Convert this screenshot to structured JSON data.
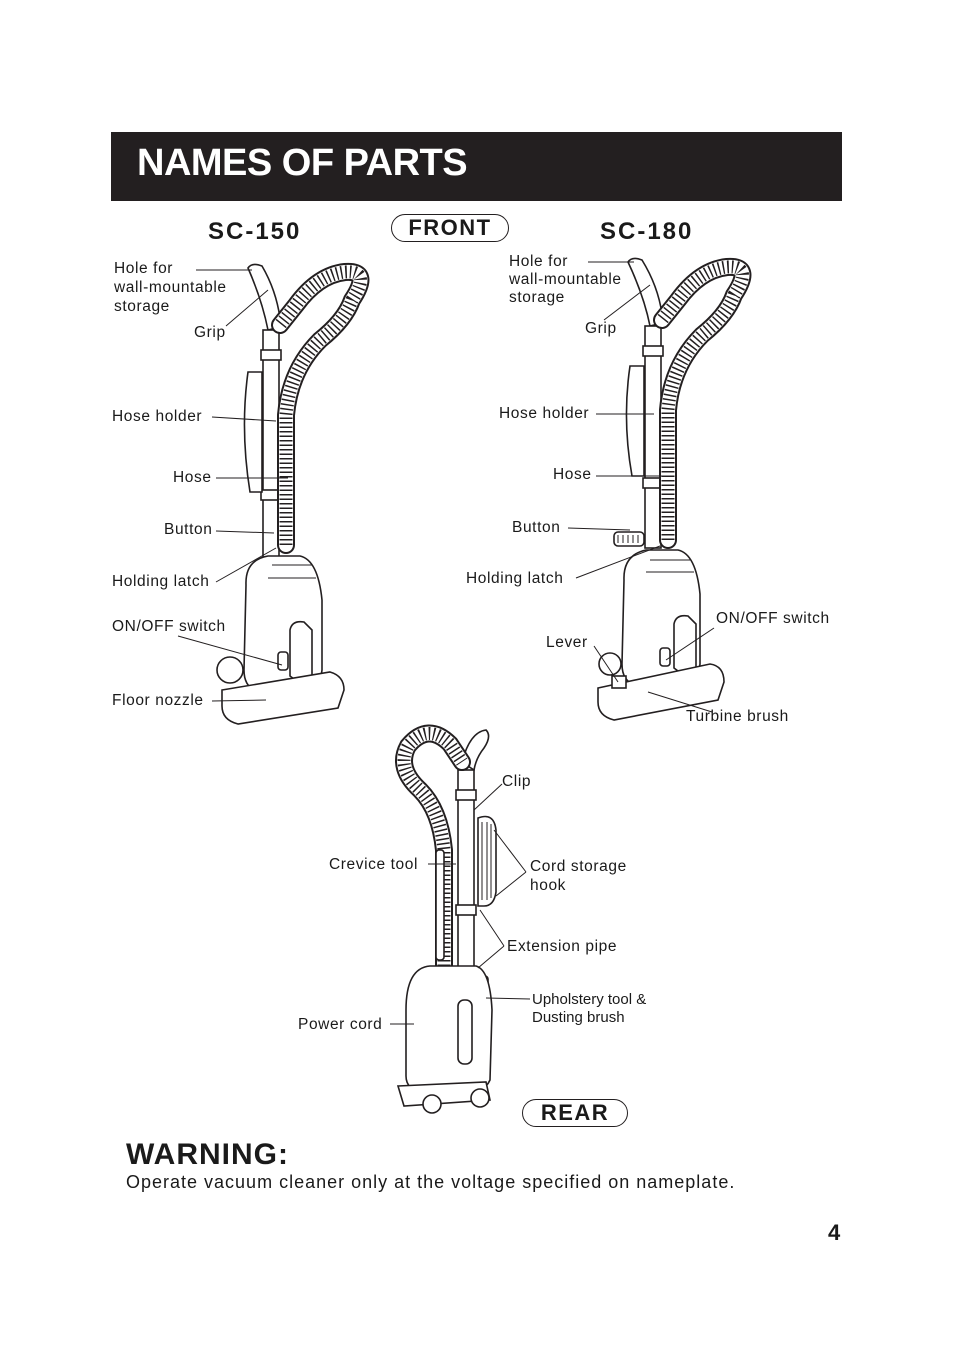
{
  "header": {
    "title": "NAMES OF PARTS"
  },
  "models": {
    "left": "SC-150",
    "right": "SC-180"
  },
  "views": {
    "front": "FRONT",
    "rear": "REAR"
  },
  "sc150_labels": {
    "hole": [
      "Hole for",
      "wall-mountable",
      "storage"
    ],
    "grip": "Grip",
    "hose_holder": "Hose holder",
    "hose": "Hose",
    "button": "Button",
    "holding_latch": "Holding latch",
    "on_off_switch": "ON/OFF switch",
    "floor_nozzle": "Floor nozzle"
  },
  "sc180_labels": {
    "hole": [
      "Hole for",
      "wall-mountable",
      "storage"
    ],
    "grip": "Grip",
    "hose_holder": "Hose holder",
    "hose": "Hose",
    "button": "Button",
    "holding_latch": "Holding latch",
    "lever": "Lever",
    "on_off_switch": "ON/OFF switch",
    "turbine_brush": "Turbine brush"
  },
  "rear_labels": {
    "clip": "Clip",
    "crevice_tool": "Crevice tool",
    "cord_storage_hook": [
      "Cord storage",
      "hook"
    ],
    "extension_pipe": "Extension pipe",
    "upholstery": [
      "Upholstery tool &",
      "Dusting brush"
    ],
    "power_cord": "Power cord"
  },
  "warning": {
    "title": "WARNING:",
    "text": "Operate vacuum cleaner only at the voltage specified on nameplate."
  },
  "page_number": "4"
}
